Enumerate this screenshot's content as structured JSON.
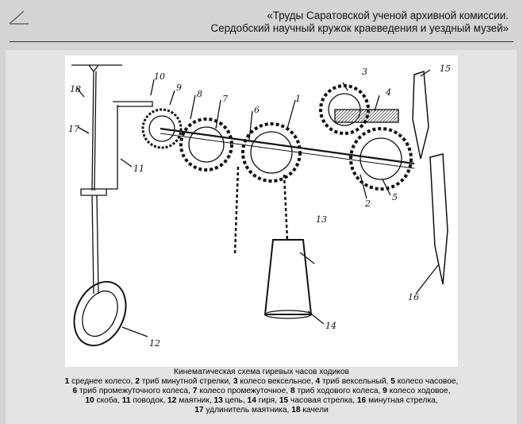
{
  "header": {
    "line1": "«Труды Саратовской ученой архивной комиссии.",
    "line2": "Сердобский научный кружок краеведения и уездный музей»"
  },
  "figure": {
    "labels": [
      "1",
      "2",
      "3",
      "4",
      "5",
      "6",
      "7",
      "8",
      "9",
      "10",
      "11",
      "12",
      "13",
      "14",
      "15",
      "16",
      "17",
      "18"
    ]
  },
  "caption": {
    "title": "Кинематическая схема гиревых часов ходиков",
    "items": [
      {
        "n": "1",
        "t": " среднее колесо, "
      },
      {
        "n": "2",
        "t": " триб минутной стрелки, "
      },
      {
        "n": "3",
        "t": " колесо вексельное, "
      },
      {
        "n": "4",
        "t": " триб вексельный, "
      },
      {
        "n": "5",
        "t": " колесо часовое,"
      },
      {
        "n": "6",
        "t": " триб промежуточного колеса, "
      },
      {
        "n": "7",
        "t": " колесо промежуточное, "
      },
      {
        "n": "8",
        "t": " триб ходового колеса, "
      },
      {
        "n": "9",
        "t": " колесо ходовое,"
      },
      {
        "n": "10",
        "t": " скоба, "
      },
      {
        "n": "11",
        "t": " поводок, "
      },
      {
        "n": "12",
        "t": " маятник, "
      },
      {
        "n": "13",
        "t": " цепь, "
      },
      {
        "n": "14",
        "t": " гиря, "
      },
      {
        "n": "15",
        "t": " часовая стрелка, "
      },
      {
        "n": "16",
        "t": " минутная стрелка,"
      },
      {
        "n": "17",
        "t": " удлинитель маятника, "
      },
      {
        "n": "18",
        "t": " качели"
      }
    ]
  }
}
